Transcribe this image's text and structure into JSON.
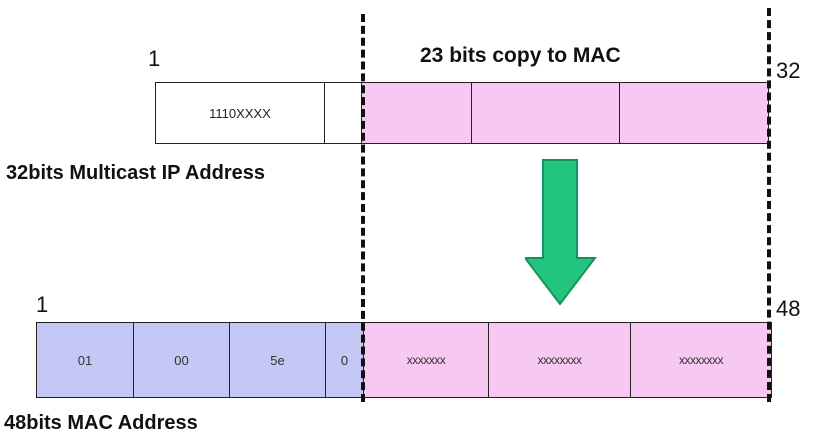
{
  "ip": {
    "start_label": "1",
    "end_label": "32",
    "caption": "32bits Multicast IP Address",
    "copy_label": "23 bits copy to MAC",
    "cells": [
      "1110XXXX",
      "",
      "",
      "",
      ""
    ]
  },
  "mac": {
    "start_label": "1",
    "end_label": "48",
    "caption": "48bits MAC Address",
    "cells": [
      "01",
      "00",
      "5e",
      "0",
      "xxxxxxx",
      "xxxxxxxx",
      "xxxxxxxx"
    ]
  },
  "colors": {
    "pink": "#f7c9f2",
    "blue": "#c3c8f4",
    "arrow": "#22c47e",
    "arrow_edge": "#14945a"
  },
  "arrow_icon": "down-arrow-icon"
}
